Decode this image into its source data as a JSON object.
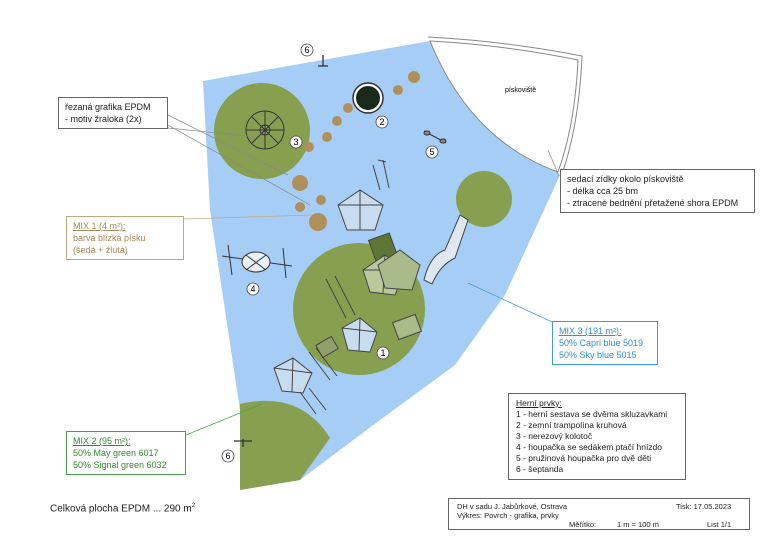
{
  "plan": {
    "pieskoviste_label": "pískoviště",
    "markers": [
      {
        "id": "m6a",
        "text": "6"
      },
      {
        "id": "m2",
        "text": "2"
      },
      {
        "id": "m3",
        "text": "3"
      },
      {
        "id": "m5",
        "text": "5"
      },
      {
        "id": "m4",
        "text": "4"
      },
      {
        "id": "m1",
        "text": "1"
      },
      {
        "id": "m6b",
        "text": "6"
      }
    ]
  },
  "notes": {
    "epdm": [
      "řezaná grafika EPDM",
      "- motiv žraloka (2x)"
    ],
    "zidky": [
      "sedací zídky okolo pískoviště",
      "- délka cca 25 bm",
      "- ztracené bednění přetažené shora EPDM"
    ]
  },
  "mixes": {
    "mix1": {
      "title": "MIX 1 (4 m²):",
      "lines": [
        "barva blízká písku",
        "(šedá + žlutá)"
      ],
      "color": "#c4a77a"
    },
    "mix3": {
      "title": "MIX 3 (191 m²):",
      "lines": [
        "50% Capri blue 5019",
        "50% Sky blue 5015"
      ],
      "color": "#3d9be9"
    },
    "mix2": {
      "title": "MIX 2 (95 m²):",
      "lines": [
        "50% May green 6017",
        "50% Signal green 6032"
      ],
      "color": "#4aa04a"
    }
  },
  "colors": {
    "blue_surface": "#a6cdf5",
    "green_surface": "#86a050",
    "sand_tile": "#b0905a",
    "outline": "#555555"
  },
  "legend": {
    "title": "Herní prvky:",
    "items": [
      "1 - herní sestava se dvěma skluzavkami",
      "2 - zemní trampolína kruhová",
      "3 - nerezový kolotoč",
      "4 - houpačka se sedákem ptačí hnízdo",
      "5 - pružinová houpačka pro dvě děti",
      "6 - šeptanda"
    ]
  },
  "total": {
    "text": "Celková plocha EPDM ... 290 m",
    "sup": "2"
  },
  "titleblock": {
    "line1": "DH v sadu J. Jabůrkové, Ostrava",
    "line2": "Výkres: Povrch - grafika, prvky",
    "tisk": "Tisk:  17.05.2023",
    "meritko_label": "Měřítko:",
    "meritko": "1 m = 100 m",
    "list": "List  1/1"
  }
}
